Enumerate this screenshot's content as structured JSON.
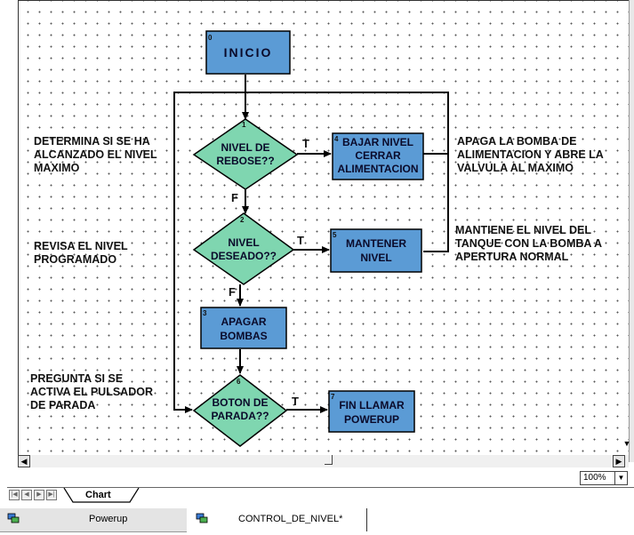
{
  "diagram": {
    "nodes": {
      "n0": {
        "num": "0",
        "lines": [
          "INICIO"
        ]
      },
      "n1": {
        "num": "1",
        "lines": [
          "NIVEL DE",
          "REBOSE??"
        ]
      },
      "n2": {
        "num": "2",
        "lines": [
          "NIVEL",
          "DESEADO??"
        ]
      },
      "n3": {
        "num": "3",
        "lines": [
          "APAGAR",
          "BOMBAS"
        ]
      },
      "n4": {
        "num": "4",
        "lines": [
          "BAJAR NIVEL",
          "CERRAR",
          "ALIMENTACION"
        ]
      },
      "n5": {
        "num": "5",
        "lines": [
          "MANTENER",
          "NIVEL"
        ]
      },
      "n6": {
        "num": "6",
        "lines": [
          "BOTON DE",
          "PARADA??"
        ]
      },
      "n7": {
        "num": "7",
        "lines": [
          "FIN LLAMAR",
          "POWERUP"
        ]
      }
    },
    "edge_labels": {
      "t1": "T",
      "f1": "F",
      "t2": "T",
      "f2": "F",
      "t3": "T"
    },
    "notes": {
      "note1": "DETERMINA SI SE HA\nALCANZADO EL NIVEL\nMAXIMO",
      "note2": "REVISA EL NIVEL\nPROGRAMADO",
      "note3": "PREGUNTA SI SE\nACTIVA EL PULSADOR\nDE PARADA",
      "note4": "APAGA LA BOMBA DE\nALIMENTACION Y ABRE LA\nVALVULA AL MAXIMO",
      "note5": "MANTIENE EL NIVEL DEL\nTANQUE CON LA BOMBA A\nAPERTURA NORMAL"
    }
  },
  "colors": {
    "box_fill": "#5b9bd5",
    "diamond_fill": "#7fd6b0",
    "outline": "#000000"
  },
  "ui": {
    "zoom": "100%",
    "sheet_tab": "Chart",
    "taskbar": {
      "item1": "Powerup",
      "item2": "CONTROL_DE_NIVEL*"
    }
  }
}
